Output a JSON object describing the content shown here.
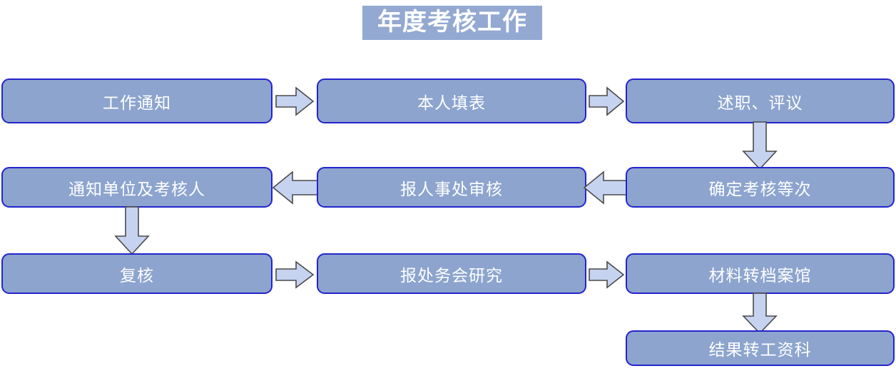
{
  "diagram": {
    "title": "年度考核工作",
    "colors": {
      "node_fill": "#8CA4CE",
      "node_border": "#2424CC",
      "node_text": "#FFFFFF",
      "title_banner": "#93A9D2",
      "arrow_fill": "#C6D3F0",
      "arrow_stroke": "#4A4A4A",
      "background": "#FFFFFF"
    },
    "nodes": [
      {
        "id": "n1",
        "label": "工作通知"
      },
      {
        "id": "n2",
        "label": "本人填表"
      },
      {
        "id": "n3",
        "label": "述职、评议"
      },
      {
        "id": "n4",
        "label": "确定考核等次"
      },
      {
        "id": "n5",
        "label": "报人事处审核"
      },
      {
        "id": "n6",
        "label": "通知单位及考核人"
      },
      {
        "id": "n7",
        "label": "复核"
      },
      {
        "id": "n8",
        "label": "报处务会研究"
      },
      {
        "id": "n9",
        "label": "材料转档案馆"
      },
      {
        "id": "n10",
        "label": "结果转工资科"
      }
    ],
    "connectors": [
      {
        "id": "c1",
        "from": "工作通知",
        "to": "本人填表",
        "direction": "right"
      },
      {
        "id": "c2",
        "from": "本人填表",
        "to": "述职、评议",
        "direction": "right"
      },
      {
        "id": "c3",
        "from": "述职、评议",
        "to": "确定考核等次",
        "direction": "down"
      },
      {
        "id": "c4",
        "from": "确定考核等次",
        "to": "报人事处审核",
        "direction": "left"
      },
      {
        "id": "c5",
        "from": "报人事处审核",
        "to": "通知单位及考核人",
        "direction": "left"
      },
      {
        "id": "c6",
        "from": "通知单位及考核人",
        "to": "复核",
        "direction": "down"
      },
      {
        "id": "c7",
        "from": "复核",
        "to": "报处务会研究",
        "direction": "right"
      },
      {
        "id": "c8",
        "from": "报处务会研究",
        "to": "材料转档案馆",
        "direction": "right"
      },
      {
        "id": "c9",
        "from": "材料转档案馆",
        "to": "结果转工资科",
        "direction": "down"
      }
    ]
  }
}
